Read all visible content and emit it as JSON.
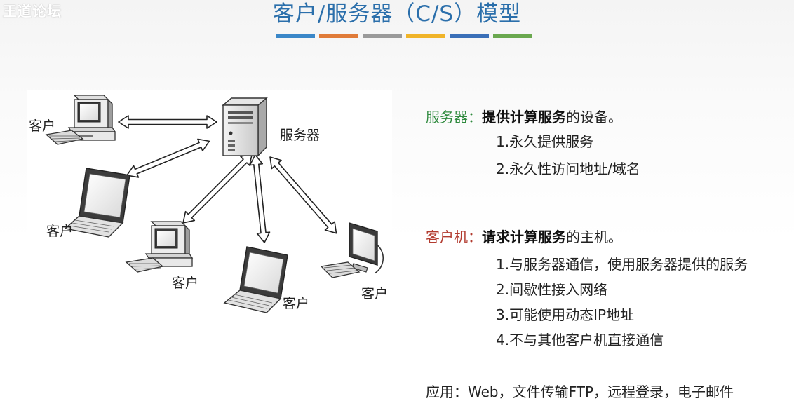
{
  "watermark": "王道论坛",
  "title": "客户/服务器（C/S）模型",
  "color_bars": [
    "#3a87c8",
    "#e07b39",
    "#9a9a9a",
    "#f0b429",
    "#3a6fb8",
    "#6aa84f"
  ],
  "diagram": {
    "server_label": "服务器",
    "client_labels": [
      "客户",
      "客户",
      "客户",
      "客户",
      "客户"
    ]
  },
  "server": {
    "term": "服务器",
    "sep": "：",
    "def_bold": "提供计算服务",
    "def_rest": "的设备。",
    "points": [
      "1.永久提供服务",
      "2.永久性访问地址/域名"
    ]
  },
  "client": {
    "term": "客户机",
    "sep": "：",
    "def_bold": "请求计算服务",
    "def_rest": "的主机。",
    "points": [
      "1.与服务器通信，使用服务器提供的服务",
      "2.间歇性接入网络",
      "3.可能使用动态IP地址",
      "4.不与其他客户机直接通信"
    ]
  },
  "application": "应用：Web，文件传输FTP，远程登录，电子邮件"
}
